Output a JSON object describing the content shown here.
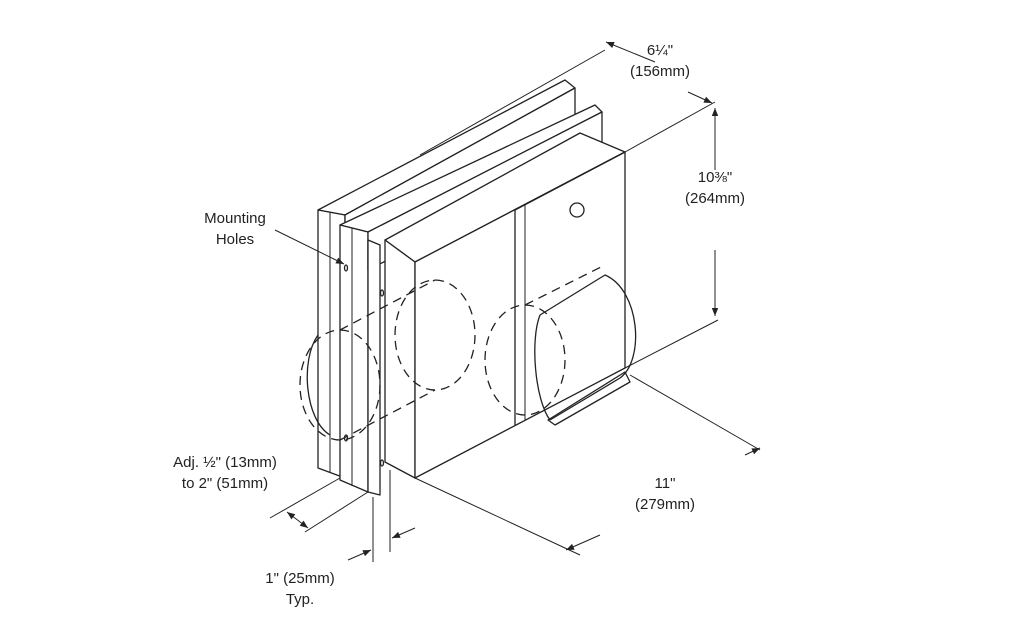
{
  "labels": {
    "depth": {
      "imperial": "6¼\"",
      "metric": "(156mm)"
    },
    "height": {
      "imperial": "10⅜\"",
      "metric": "(264mm)"
    },
    "mounting_holes": {
      "line1": "Mounting",
      "line2": "Holes"
    },
    "adjustment": {
      "line1": "Adj. ½\" (13mm)",
      "line2": "to 2\" (51mm)"
    },
    "width": {
      "imperial": "11\"",
      "metric": "(279mm)"
    },
    "flange": {
      "line1": "1\" (25mm)",
      "line2": "Typ."
    }
  }
}
